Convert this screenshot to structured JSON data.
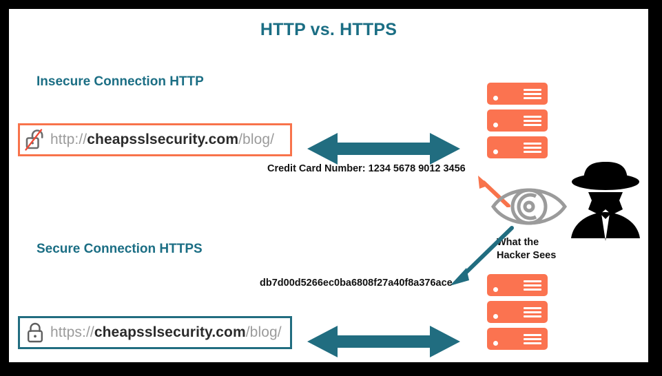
{
  "colors": {
    "teal": "#1b6e84",
    "arrow_teal": "#216d80",
    "orange": "#fb7350",
    "orange_border": "#f8734b",
    "black": "#111111",
    "url_gray": "#9b9b9b",
    "domain_dark": "#2b2b2b",
    "eye_gray": "#9b9b9b",
    "frame": "#000000",
    "canvas": "#ffffff"
  },
  "title": "HTTP vs. HTTPS",
  "sections": {
    "insecure": {
      "heading": "Insecure Connection HTTP",
      "url": {
        "scheme": "http://",
        "domain": "cheapsslsecurity.com",
        "path": "/blog/"
      },
      "lock_icon": "unlocked-padlock-strikethrough-icon",
      "data_label": "Credit Card Number: 1234 5678 9012 3456"
    },
    "secure": {
      "heading": "Secure Connection HTTPS",
      "url": {
        "scheme": "https://",
        "domain": "cheapsslsecurity.com",
        "path": "/blog/"
      },
      "lock_icon": "closed-padlock-icon",
      "data_label": "db7d00d5266ec0ba6808f27a40f8a376ace"
    }
  },
  "hacker": {
    "icon": "hacker-spy-silhouette-icon",
    "eye_icon": "eye-icon",
    "caption_line1": "What the",
    "caption_line2": "Hacker Sees"
  },
  "icons": {
    "server_stack": "server-stack-icon",
    "double_arrow": "double-headed-arrow-icon",
    "arrow_to_card": "orange-arrow-icon",
    "arrow_to_hash": "teal-arrow-icon"
  },
  "servers": {
    "units": [
      1,
      2,
      3
    ]
  }
}
